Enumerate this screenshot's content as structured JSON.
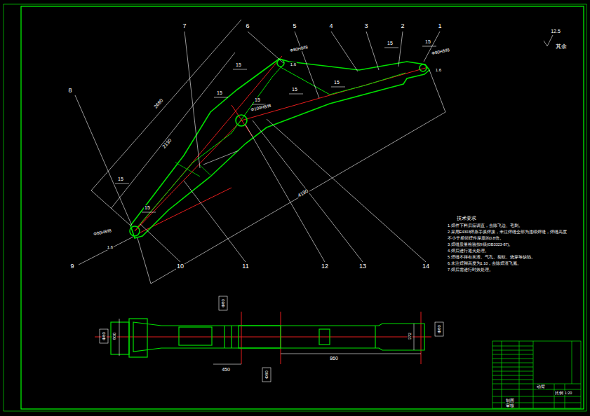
{
  "diagram": {
    "labels": [
      "1",
      "2",
      "3",
      "4",
      "5",
      "6",
      "7",
      "8",
      "9",
      "10",
      "11",
      "12",
      "13",
      "14",
      "12.5",
      "其余",
      "15",
      "15",
      "15",
      "15",
      "15",
      "15",
      "15",
      "15",
      "15",
      "1.6",
      "1.6",
      "1.6",
      "Φ80H8/f8",
      "Φ80H8/f8",
      "Φ80H8/f8",
      "Φ100H8/f8",
      "2680",
      "2130",
      "4190",
      "800",
      "372",
      "450",
      "860",
      "Φ80",
      "Φ80",
      "Φ80",
      "Φ80",
      "技术要求",
      "1.焊件下料后应调直，去除飞边、毛刺。",
      "2.采用E4303焊条手弧焊接，未注焊缝全部为连续焊缝，焊缝高度",
      "不小于相邻焊件厚度的0.8倍。",
      "3.焊缝质量检验按II级(GB3323-87)。",
      "4.焊后进行退火处理。",
      "5.焊缝不得有夹渣、气孔、裂纹、烧穿等缺陷。",
      "6.未注焊脚高度为1:10，去除焊渣飞溅。",
      "7.焊后需进行时效处理。",
      "制图",
      "审核",
      "动臂",
      "比例",
      "1:20"
    ]
  }
}
